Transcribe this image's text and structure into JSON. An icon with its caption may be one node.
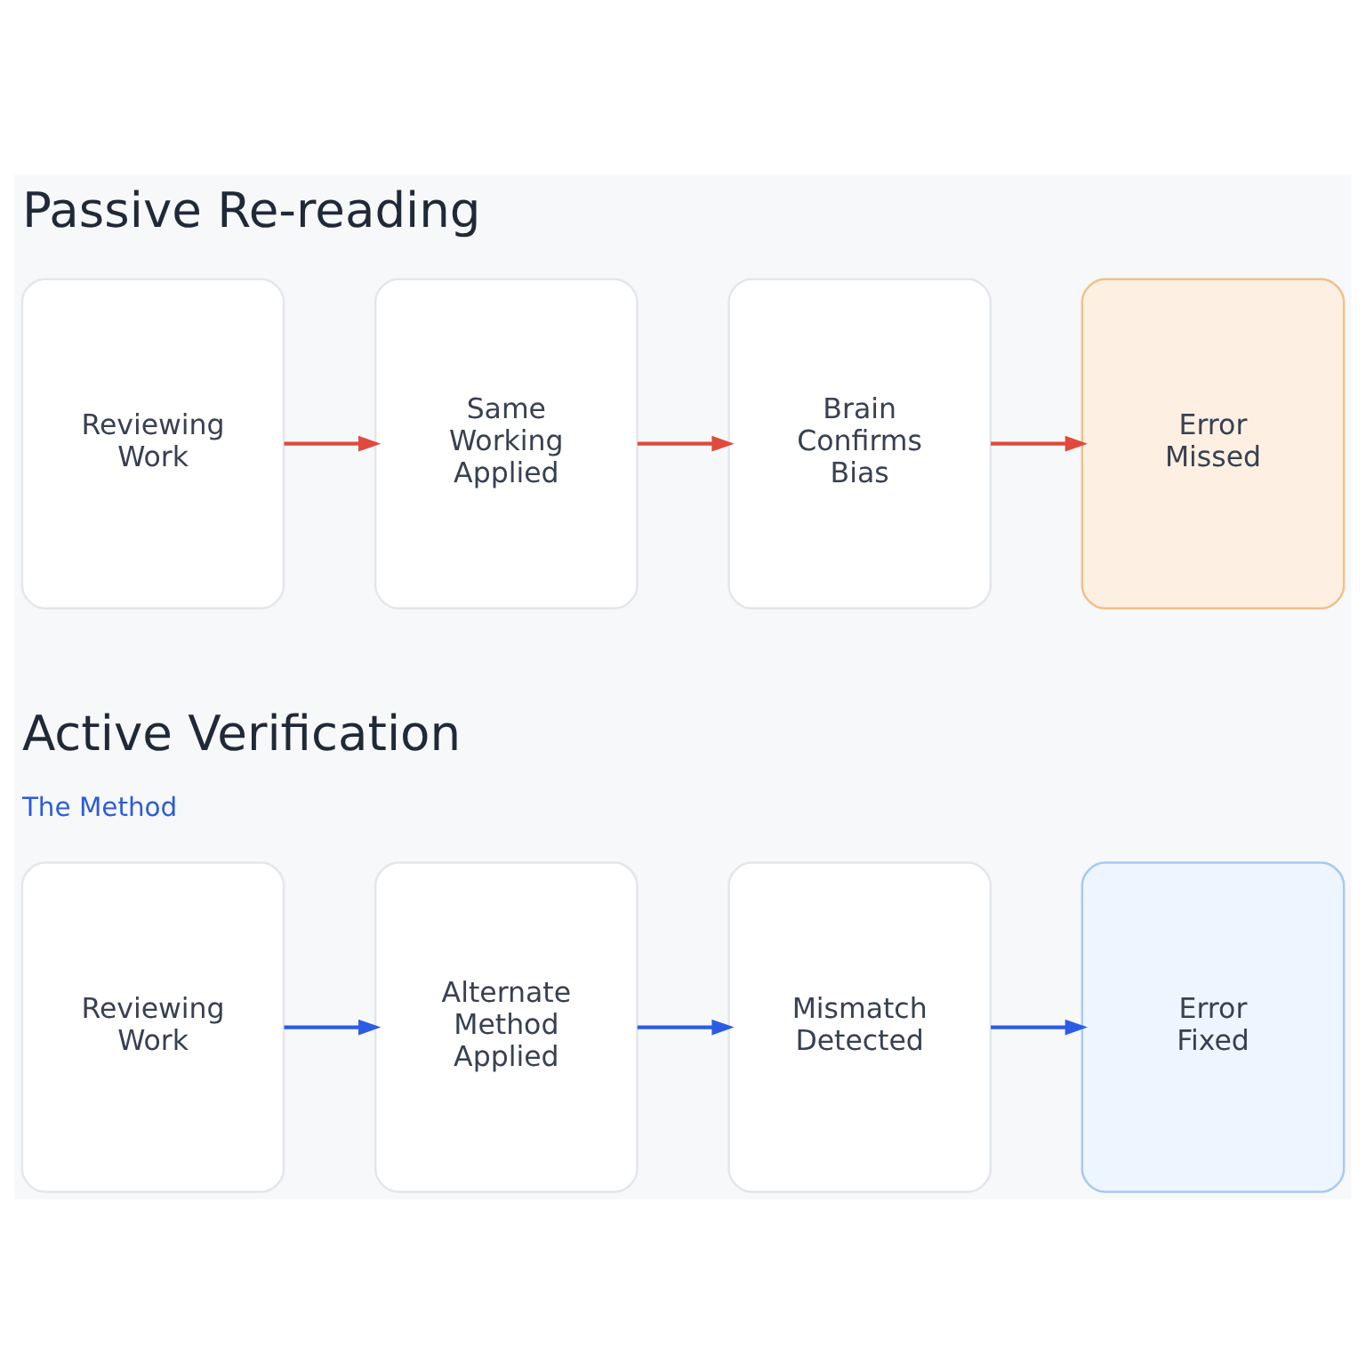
{
  "diagram": {
    "nodes": [
      {
        "text": [
          "Reviewing Work"
        ]
      },
      {
        "text": [
          "Same Working Applied"
        ]
      },
      {
        "text": [
          "Brain Confirms Bias"
        ]
      },
      {
        "text": [
          "Error Missed"
        ]
      },
      {
        "text": [
          "Reviewing Work"
        ]
      },
      {
        "text": [
          "Alternate Method Applied"
        ]
      },
      {
        "text": [
          "Mismatch Detected"
        ]
      },
      {
        "text": [
          "Error Fixed"
        ]
      }
    ],
    "edges": [
      {
        "from": 0,
        "to": 1,
        "arrow": "to",
        "color": "#e0493e"
      },
      {
        "from": 1,
        "to": 2,
        "arrow": "to",
        "color": "#e0493e"
      },
      {
        "from": 2,
        "to": 3,
        "arrow": "to",
        "color": "#e0493e"
      },
      {
        "from": 4,
        "to": 5,
        "arrow": "to",
        "color": "#2b5ce6"
      },
      {
        "from": 5,
        "to": 6,
        "arrow": "to",
        "color": "#2b5ce6"
      },
      {
        "from": 6,
        "to": 7,
        "arrow": "to",
        "color": "#2b5ce6"
      }
    ],
    "labels": [
      "Passive Re-reading",
      "Active Verification",
      "The Method"
    ]
  }
}
